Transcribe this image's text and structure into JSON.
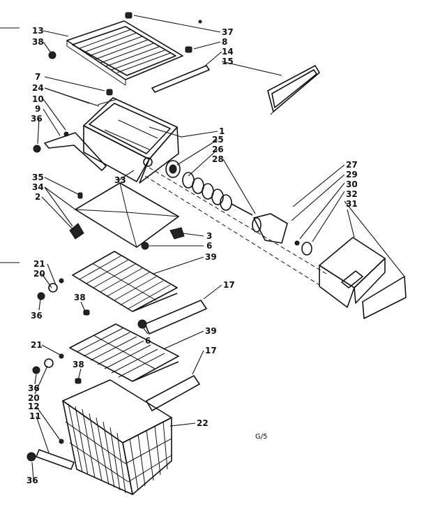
{
  "diagram_code": "G/5",
  "callouts": {
    "c13": "13",
    "c38a": "38",
    "c37": "37",
    "c8": "8",
    "c14": "14",
    "c15": "15",
    "c7": "7",
    "c24": "24",
    "c10": "10",
    "c9": "9",
    "c36a": "36",
    "c1": "1",
    "c25": "25",
    "c26": "26",
    "c28": "28",
    "c27": "27",
    "c29": "29",
    "c30": "30",
    "c32": "32",
    "c31": "31",
    "c35": "35",
    "c34": "34",
    "c2": "2",
    "c33": "33",
    "c3": "3",
    "c6a": "6",
    "c21a": "21",
    "c20a": "20",
    "c36b": "36",
    "c39a": "39",
    "c17a": "17",
    "c38b": "38",
    "c6b": "6",
    "c21b": "21",
    "c39b": "39",
    "c17b": "17",
    "c38c": "38",
    "c36c": "36",
    "c20b": "20",
    "c12": "12",
    "c11": "11",
    "c22": "22",
    "c36d": "36"
  }
}
